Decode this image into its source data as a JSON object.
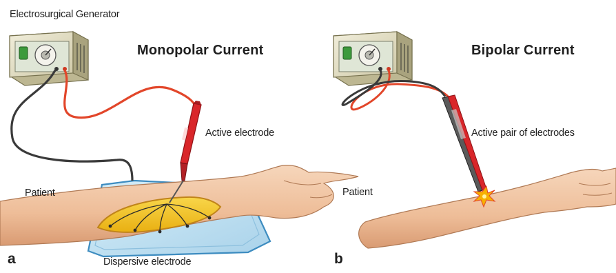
{
  "labels": {
    "generator": "Electrosurgical Generator",
    "monopolar_title": "Monopolar Current",
    "bipolar_title": "Bipolar Current",
    "active_electrode": "Active electrode",
    "active_pair": "Active pair of electrodes",
    "patient_a": "Patient",
    "patient_b": "Patient",
    "dispersive": "Dispersive electrode",
    "panel_a": "a",
    "panel_b": "b"
  },
  "colors": {
    "device_body": "#e9e4c8",
    "device_panel": "#d2dcc8",
    "switch_green": "#3c9a3c",
    "red_wire": "#e2462a",
    "black_wire": "#3a3a3a",
    "skin": "#f3c8a6",
    "pad_fill": "#bfe0f0",
    "pad_stroke": "#3d8cc0",
    "current_zone": "#f2c21c",
    "spark": "#f7b000"
  }
}
